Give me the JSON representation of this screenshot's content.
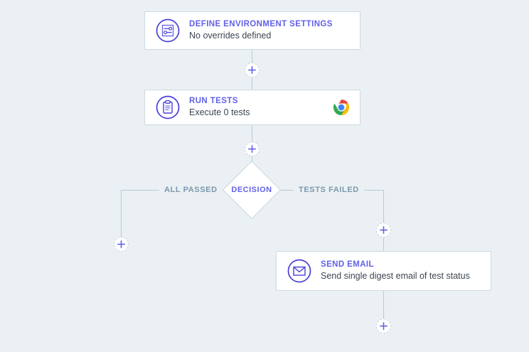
{
  "canvas": {
    "background_color": "#eaf0f3",
    "line_color": "#b9cbd6",
    "accent_color": "#6161e8",
    "label_color": "#7b98ad",
    "card_border_color": "#ccd9e0"
  },
  "nodes": [
    {
      "id": "define-environment-settings",
      "icon": "sliders-settings-icon",
      "title": "DEFINE ENVIRONMENT SETTINGS",
      "subtitle": "No overrides defined",
      "badge": null
    },
    {
      "id": "run-tests",
      "icon": "clipboard-icon",
      "title": "RUN TESTS",
      "subtitle": "Execute 0 tests",
      "badge": "chrome-browser-icon"
    },
    {
      "id": "send-email",
      "icon": "envelope-icon",
      "title": "SEND EMAIL",
      "subtitle": "Send single digest email of test status",
      "badge": null
    }
  ],
  "decision": {
    "label": "DECISION",
    "branches": [
      {
        "id": "all-passed",
        "label": "ALL PASSED"
      },
      {
        "id": "tests-failed",
        "label": "TESTS FAILED"
      }
    ]
  },
  "add_buttons": [
    {
      "id": "add-step-after-define-environment-settings",
      "icon": "plus-icon"
    },
    {
      "id": "add-step-after-run-tests",
      "icon": "plus-icon"
    },
    {
      "id": "add-step-all-passed-branch",
      "icon": "plus-icon"
    },
    {
      "id": "add-step-tests-failed-branch",
      "icon": "plus-icon"
    },
    {
      "id": "add-step-after-send-email",
      "icon": "plus-icon"
    }
  ]
}
